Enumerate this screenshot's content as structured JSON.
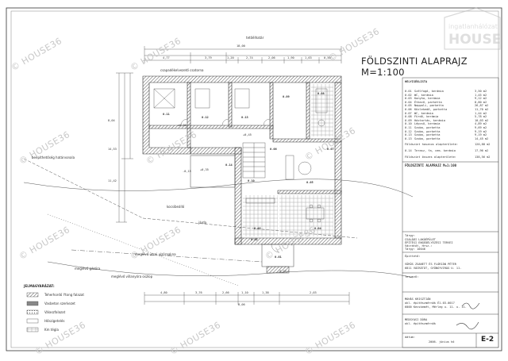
{
  "title": "FÖLDSZINTI ALAPRAJZ M=1:100",
  "watermark": "© HOUSE36",
  "stamp_logo": "ingatlanhálózat HOUSE36",
  "rooms_header": "HELYISÉGLISTA",
  "rooms": [
    {
      "no": "0.01",
      "name": "Szélfogó, kerámia",
      "area": "3,50 m2"
    },
    {
      "no": "0.02",
      "name": "WC, kerámia",
      "area": "1,45 m2"
    },
    {
      "no": "0.03",
      "name": "Konyha, kerámia",
      "area": "9,12 m2"
    },
    {
      "no": "0.04",
      "name": "Étkező, parketta",
      "area": "8,80 m2"
    },
    {
      "no": "0.05",
      "name": "Nappali, parketta",
      "area": "26,87 m2"
    },
    {
      "no": "0.06",
      "name": "Közlekedő, parketta",
      "area": "11,70 m2"
    },
    {
      "no": "0.07",
      "name": "WC, kerámia",
      "area": "1,44 m2"
    },
    {
      "no": "0.08",
      "name": "Fürdő, kerámia",
      "area": "5,78 m2"
    },
    {
      "no": "0.09",
      "name": "Háztartás, kerámia",
      "area": "10,03 m2"
    },
    {
      "no": "0.10",
      "name": "Lépcső, kerámia",
      "area": "4,89 m2"
    },
    {
      "no": "0.11",
      "name": "Szoba, parketta",
      "area": "9,69 m2"
    },
    {
      "no": "0.12",
      "name": "Szoba, parketta",
      "area": "9,19 m2"
    },
    {
      "no": "0.13",
      "name": "Szoba, parketta",
      "area": "9,19 m2"
    },
    {
      "no": "0.13",
      "name": "Szoba, parketta",
      "area": "14,45 m2"
    }
  ],
  "floor_area_label": "Földszint hasznos alapterülete:",
  "floor_area_value": "120,88 m2",
  "terrace_row": {
    "no": "0.14",
    "name": "Terasz, fa, cem. kerámia",
    "area": "17,96 m2"
  },
  "total_label": "Földszint összes alapterülete:",
  "total_value": "138,56 m2",
  "subtitle": "FÖLDSZINTI ALAPRAJZ M=1:100",
  "project_label": "Tárgy:",
  "project_lines": [
    "CSALÁDI LAKÓÉPÜLET",
    "ÉPÍTÉSI ENGEDÉLYEZÉSI TERVEI",
    "Vácrátót, Hrsz.:",
    "Tárgy: 10046"
  ],
  "client_label": "Építtető:",
  "client_lines": [
    "VÖRÖS ZSANETT ÉS FLÓRIÁN PÉTER",
    "6811 VÁCRÁTÓT, GYÖNGYVIRÁG U. 11."
  ],
  "designer_label": "Tervező:",
  "designer_lines": [
    "MOHÁS KRISZTIÁN",
    "okl. építészmérnök É1-03-0017",
    "6000 Kecskemét, Mérleg u. 11. u. 11."
  ],
  "drafter_lines": [
    "MEDGYASI DÓRA",
    "okl. építészmérnök"
  ],
  "date_label": "dátum:",
  "date_value": "2006. június hó",
  "sheet_no": "E-2",
  "legend_title": "JELMAGYARÁZAT:",
  "legend": [
    "Teherhordó Ytong falazat",
    "Vasbeton szerkezet",
    "Válaszfalazat",
    "Hőszigetelés",
    "Km tégla"
  ],
  "annotations": {
    "roof_edge": "tetőélhatár",
    "gutter": "csapadékelvezető csatorna",
    "boundary": "beépíthetőség határvonala",
    "gas_meter": "meglévő gázóra",
    "utility_pole": "meglévő villanyóra oszlop",
    "water_meter": "meglévő utcai vízóraakna",
    "driveway": "kocsibeálló",
    "sidewalk": "járda"
  },
  "dims_top": [
    "18,00",
    "4,77",
    "3,79",
    "1,20",
    "2,74",
    "2,06",
    "1,90",
    "1,63",
    "0,50"
  ],
  "dims_bottom": [
    "4,80",
    "3,76",
    "2,66",
    "1,10",
    "1,38",
    "2,03",
    "8,06"
  ],
  "dims_side": [
    "14,53",
    "11,42",
    "8,04"
  ],
  "room_tags": [
    "0.11",
    "0.12",
    "0.13",
    "0.14",
    "0.08",
    "0.09",
    "0.10",
    "0.06",
    "0.07",
    "0.05",
    "0.04",
    "0.03",
    "0.02",
    "0.01"
  ],
  "levels": [
    "±0,00",
    "+0,45",
    "-0,15",
    "+0,35",
    "-0,45"
  ],
  "colors": {
    "line": "#3a3a3a",
    "wall": "#4a4a4a",
    "hatch": "#7a7a7a",
    "paper": "#ffffff",
    "grid": "#a0a0a0",
    "watermark": "#c9c9c9"
  }
}
